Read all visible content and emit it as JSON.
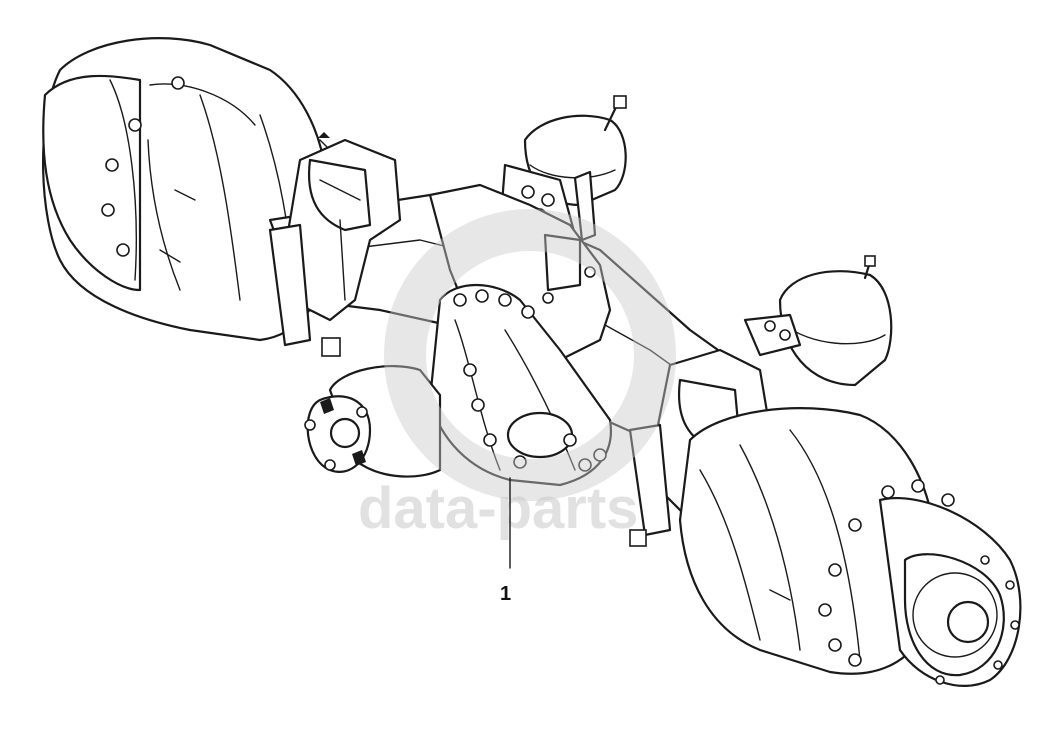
{
  "figure": {
    "callouts": [
      {
        "id": "1",
        "label": "1"
      }
    ],
    "watermark": {
      "text": "data-parts",
      "color": "#c9c9c9"
    }
  }
}
